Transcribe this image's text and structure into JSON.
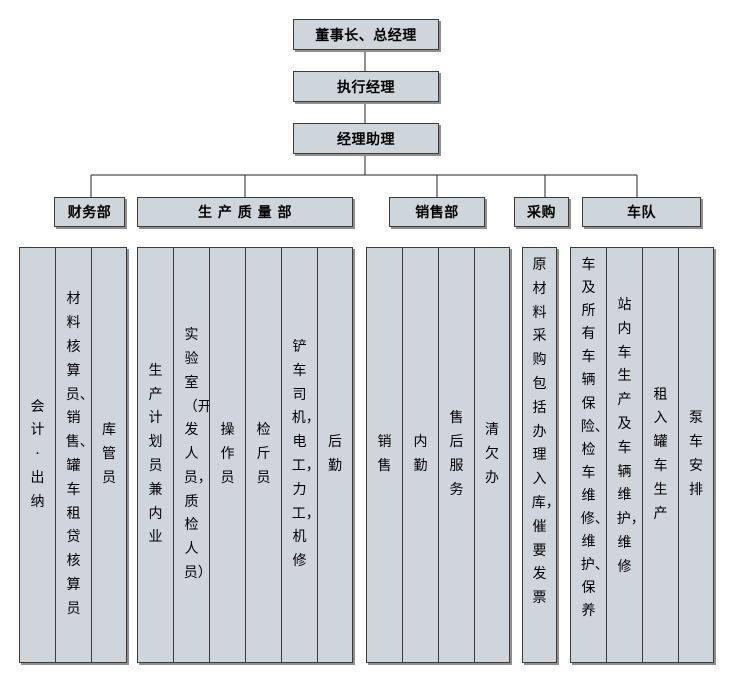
{
  "chairman": "董事长、总经理",
  "executive_manager": "执行经理",
  "manager_assistant": "经理助理",
  "departments": {
    "finance": {
      "name": "财务部",
      "roles": [
        "会计·出纳",
        "材料核算员、销售、罐车租贷核算员",
        "库管员"
      ]
    },
    "production": {
      "name": "生 产 质 量 部",
      "roles": [
        "生产计划员兼内业",
        "实验室（开发人员，质检人员）",
        "操作员",
        "检斤员",
        "铲车司机，电工，力工，机修",
        "后勤"
      ]
    },
    "sales": {
      "name": "销售部",
      "roles": [
        "销售",
        "内勤",
        "售后服务",
        "清欠办"
      ]
    },
    "purchasing": {
      "name": "采购",
      "roles": [
        "原材料采购包括办理入库，催要发票"
      ]
    },
    "fleet": {
      "name": "车队",
      "roles": [
        "车及所有车辆保险、检车维修、维护、保养",
        "站内车生产及车辆维护，维修",
        "租入罐车生产",
        "泵车安排"
      ]
    }
  }
}
